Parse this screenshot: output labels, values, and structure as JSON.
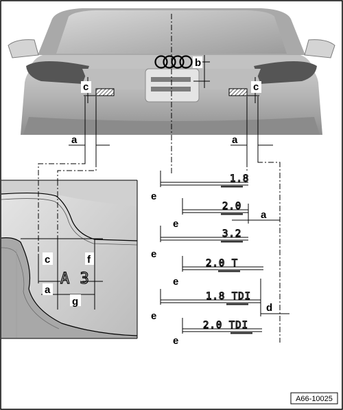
{
  "labels": {
    "a": "a",
    "b": "b",
    "c": "c",
    "d": "d",
    "e": "e",
    "f": "f",
    "g": "g"
  },
  "emblems": {
    "e1": "1.8",
    "e2": "2.0",
    "e3": "3.2",
    "e4": "2.0 T",
    "e5": "1.8 TDI",
    "e6": "2.0 TDI",
    "inset": "A 3"
  },
  "reference": "A66-10025"
}
